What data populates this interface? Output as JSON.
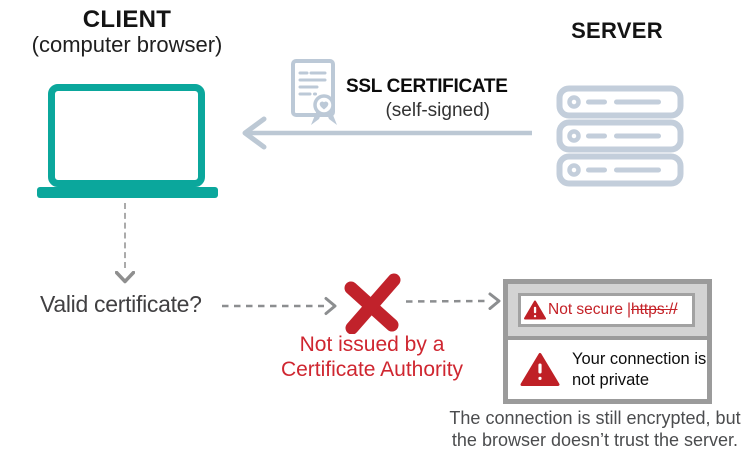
{
  "colors": {
    "teal": "#0ba79c",
    "steel_blue": "#c3cedb",
    "red": "#bf2026",
    "red_text": "#cf2630",
    "frame_gray": "#9b9b9b",
    "dash_gray": "#8f8f8f"
  },
  "client": {
    "title": "CLIENT",
    "subtitle": "(computer browser)"
  },
  "server": {
    "title": "SERVER"
  },
  "certificate": {
    "label": "SSL CERTIFICATE",
    "sublabel": "(self-signed)"
  },
  "flow": {
    "question": "Valid certificate?",
    "verdict_line1": "Not issued by a",
    "verdict_line2": "Certificate Authority"
  },
  "browser": {
    "address_bar": {
      "status": "Not secure",
      "separator": "|",
      "url": "https://"
    },
    "dialog": {
      "line1": "Your connection is",
      "line2": "not private"
    }
  },
  "footnote": {
    "line1": "The connection is still encrypted, but",
    "line2": "the browser doesn’t trust the server."
  }
}
